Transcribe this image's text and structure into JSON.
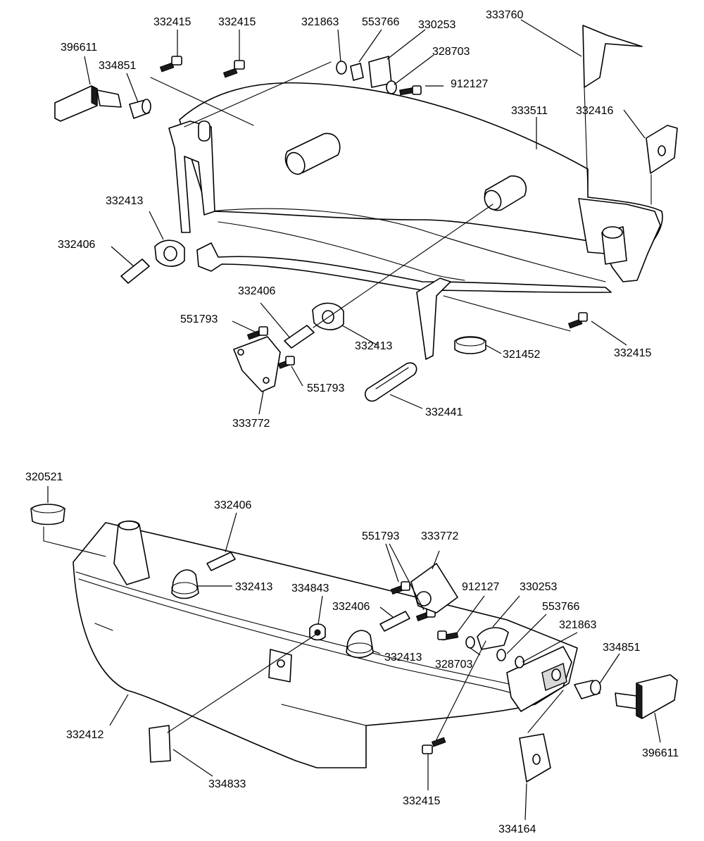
{
  "callouts": {
    "top": {
      "c332415_a": "332415",
      "c332415_b": "332415",
      "c321863": "321863",
      "c553766": "553766",
      "c330253": "330253",
      "c333760": "333760",
      "c396611": "396611",
      "c334851": "334851",
      "c328703": "328703",
      "c912127": "912127",
      "c333511": "333511",
      "c332416": "332416",
      "c332413_a": "332413",
      "c332406_a": "332406",
      "c332406_b": "332406",
      "c551793_a": "551793",
      "c332413_b": "332413",
      "c321452": "321452",
      "c332415_c": "332415",
      "c551793_b": "551793",
      "c333772": "333772",
      "c332441": "332441"
    },
    "bottom": {
      "c320521": "320521",
      "c332406_a": "332406",
      "c551793": "551793",
      "c333772": "333772",
      "c332413_a": "332413",
      "c334843": "334843",
      "c912127": "912127",
      "c330253": "330253",
      "c332406_b": "332406",
      "c553766": "553766",
      "c321863": "321863",
      "c332413_b": "332413",
      "c328703": "328703",
      "c334851": "334851",
      "c332412": "332412",
      "c396611": "396611",
      "c334833": "334833",
      "c332415": "332415",
      "c334164": "334164"
    }
  }
}
